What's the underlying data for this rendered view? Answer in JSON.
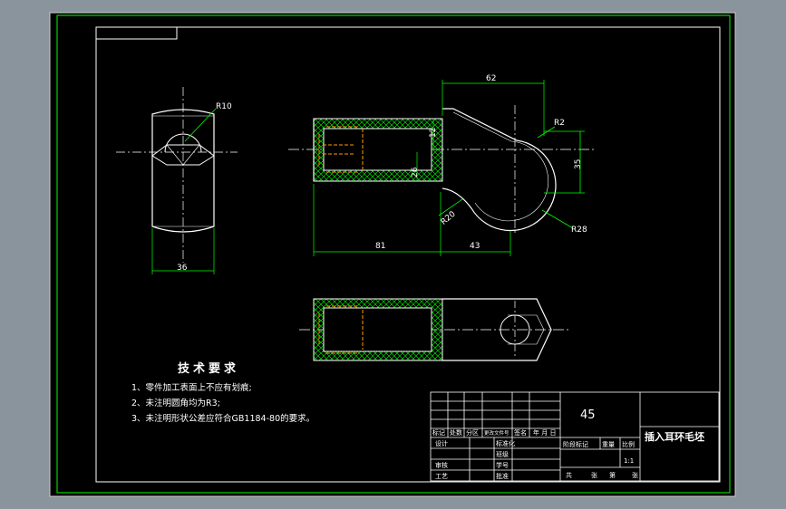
{
  "tech_requirements": {
    "title": "技术要求",
    "items": [
      "1、零件加工表面上不应有划痕;",
      "2、未注明圆角均为R3;",
      "3、未注明形状公差应符合GB1184-80的要求。"
    ]
  },
  "dimensions": {
    "r10": "R10",
    "w36": "36",
    "d62": "62",
    "r2": "R2",
    "d12": "12",
    "d26": "26",
    "d35": "35",
    "r20": "R20",
    "r28": "R28",
    "d81": "81",
    "d43": "43"
  },
  "title_block": {
    "material": "45",
    "part_name": "插入耳环毛坯",
    "labels": {
      "biaoji": "标记",
      "chushu": "处数",
      "fenqu": "分区",
      "wenjian": "更改文件号",
      "qianming": "签名",
      "riqi": "年 月 日",
      "sheji": "设计",
      "biaozhunhua": "标准化",
      "jieduan": "阶段标记",
      "zhongliang": "重量",
      "bili": "比例",
      "shenhe": "审核",
      "gongyi": "工艺",
      "pizhun": "批准",
      "xuehao": "学号",
      "banji": "班级",
      "ratio": "1:1",
      "gong": "共",
      "zhang": "张",
      "di": "第",
      "zhang2": "张"
    }
  },
  "colors": {
    "background": "#000000",
    "outline": "#ffffff",
    "frame": "#00ff00",
    "dimension": "#00ff00",
    "hatch": "#00ff00",
    "hidden": "#ff9900",
    "centerline": "#ffffff"
  }
}
